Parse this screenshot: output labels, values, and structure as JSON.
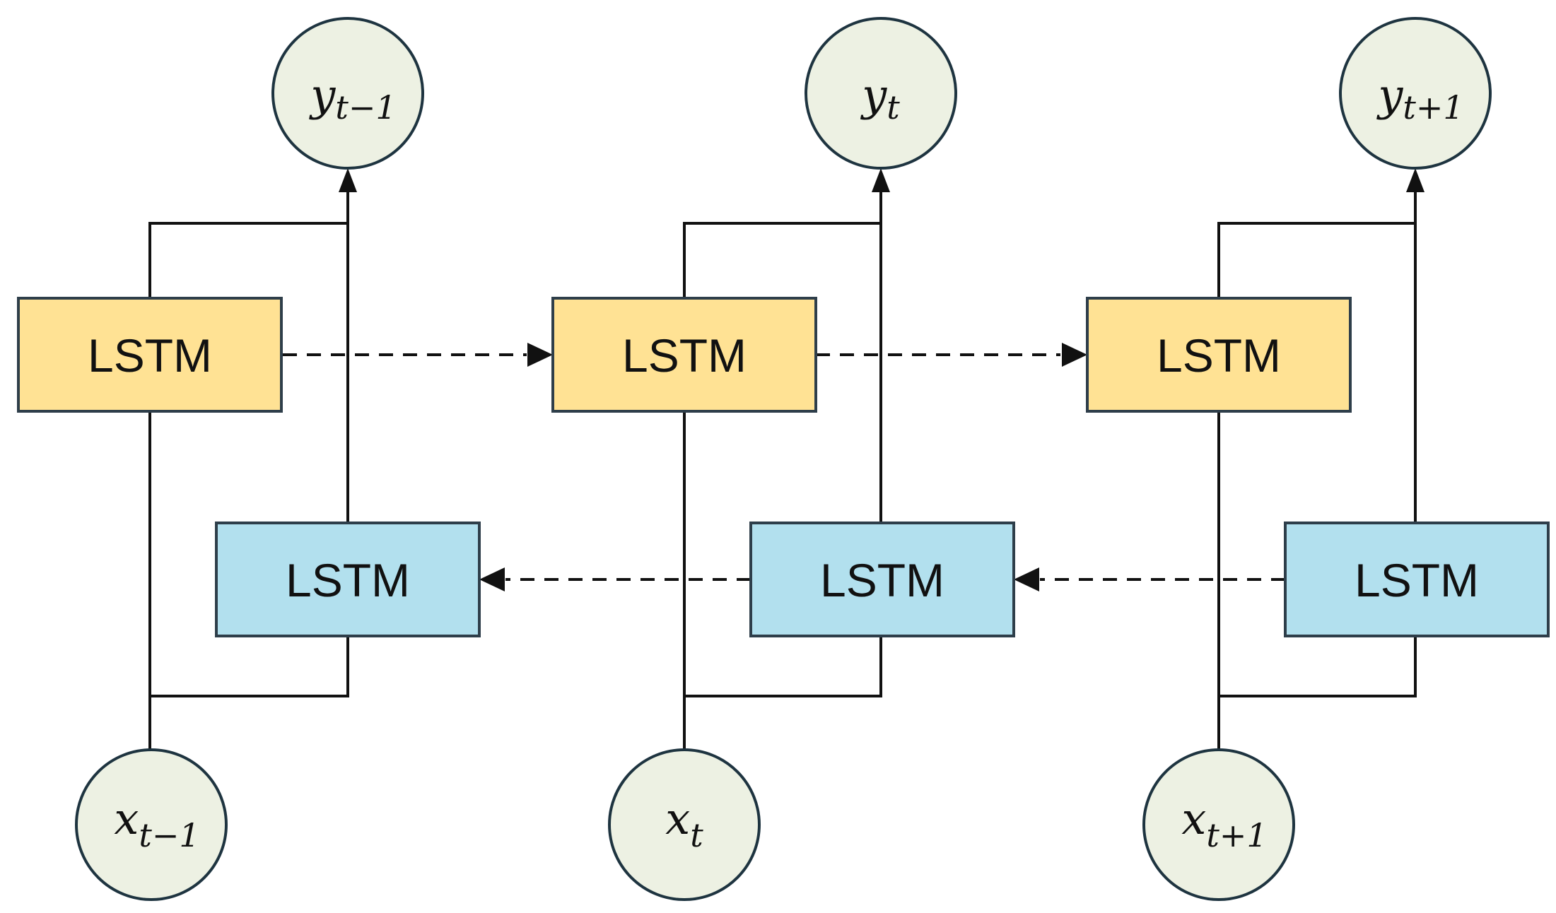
{
  "colors": {
    "forward_lstm": "#FFE294",
    "backward_lstm": "#B2E0EE",
    "node_fill": "#EDF1E3",
    "node_stroke": "#1E3440",
    "box_stroke": "#2E3E4A",
    "line": "#111111"
  },
  "forward_layer": [
    {
      "label": "LSTM"
    },
    {
      "label": "LSTM"
    },
    {
      "label": "LSTM"
    }
  ],
  "backward_layer": [
    {
      "label": "LSTM"
    },
    {
      "label": "LSTM"
    },
    {
      "label": "LSTM"
    }
  ],
  "outputs": [
    {
      "base": "y",
      "sub": "t−1"
    },
    {
      "base": "y",
      "sub": "t"
    },
    {
      "base": "y",
      "sub": "t+1"
    }
  ],
  "inputs": [
    {
      "base": "x",
      "sub": "t−1"
    },
    {
      "base": "x",
      "sub": "t"
    },
    {
      "base": "x",
      "sub": "t+1"
    }
  ]
}
